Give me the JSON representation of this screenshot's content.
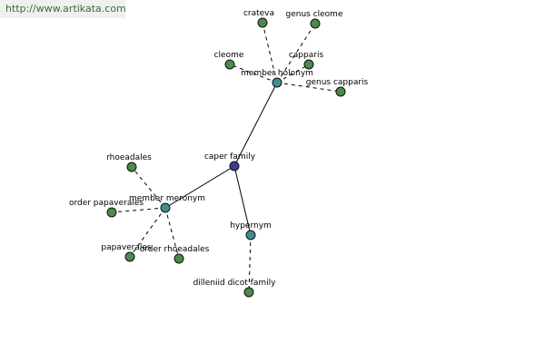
{
  "watermark": "http://www.artikata.com",
  "graph": {
    "nodes": [
      {
        "id": "caper-family",
        "label": "caper family",
        "kind": "center"
      },
      {
        "id": "member-holonym",
        "label": "member holonym",
        "kind": "relation"
      },
      {
        "id": "member-meronym",
        "label": "member meronym",
        "kind": "relation"
      },
      {
        "id": "hypernym",
        "label": "hypernym",
        "kind": "relation"
      },
      {
        "id": "crateva",
        "label": "crateva",
        "kind": "leaf"
      },
      {
        "id": "genus-cleome",
        "label": "genus cleome",
        "kind": "leaf"
      },
      {
        "id": "cleome",
        "label": "cleome",
        "kind": "leaf"
      },
      {
        "id": "capparis",
        "label": "capparis",
        "kind": "leaf"
      },
      {
        "id": "genus-capparis",
        "label": "genus capparis",
        "kind": "leaf"
      },
      {
        "id": "rhoeadales",
        "label": "rhoeadales",
        "kind": "leaf"
      },
      {
        "id": "order-papaverales",
        "label": "order papaverales",
        "kind": "leaf"
      },
      {
        "id": "papaverales",
        "label": "papaverales",
        "kind": "leaf"
      },
      {
        "id": "order-rhoeadales",
        "label": "order rhoeadales",
        "kind": "leaf"
      },
      {
        "id": "dilleniid-dicot-family",
        "label": "dilleniid dicot family",
        "kind": "leaf"
      }
    ],
    "edges": [
      {
        "from": "caper-family",
        "to": "member-holonym",
        "style": "solid"
      },
      {
        "from": "caper-family",
        "to": "member-meronym",
        "style": "solid"
      },
      {
        "from": "caper-family",
        "to": "hypernym",
        "style": "solid"
      },
      {
        "from": "member-holonym",
        "to": "crateva",
        "style": "dashed"
      },
      {
        "from": "member-holonym",
        "to": "genus-cleome",
        "style": "dashed"
      },
      {
        "from": "member-holonym",
        "to": "cleome",
        "style": "dashed"
      },
      {
        "from": "member-holonym",
        "to": "capparis",
        "style": "dashed"
      },
      {
        "from": "member-holonym",
        "to": "genus-capparis",
        "style": "dashed"
      },
      {
        "from": "member-meronym",
        "to": "rhoeadales",
        "style": "dashed"
      },
      {
        "from": "member-meronym",
        "to": "order-papaverales",
        "style": "dashed"
      },
      {
        "from": "member-meronym",
        "to": "papaverales",
        "style": "dashed"
      },
      {
        "from": "member-meronym",
        "to": "order-rhoeadales",
        "style": "dashed"
      },
      {
        "from": "hypernym",
        "to": "dilleniid-dicot-family",
        "style": "dashed"
      }
    ]
  }
}
